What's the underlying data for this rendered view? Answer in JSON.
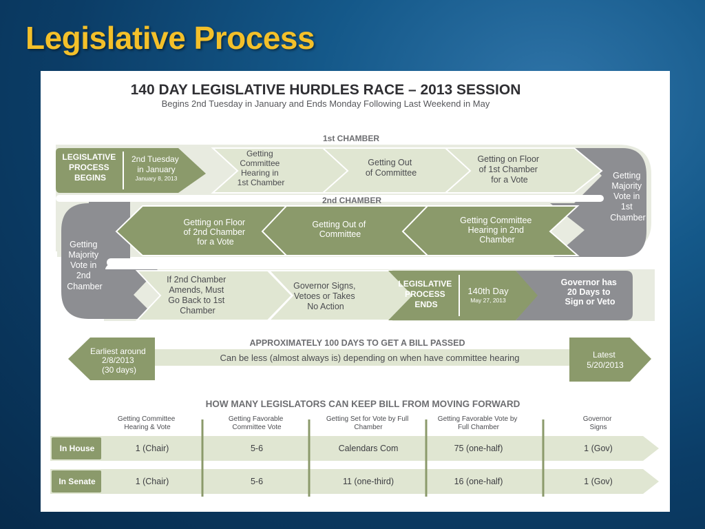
{
  "slide": {
    "title": "Legislative Process"
  },
  "diagram": {
    "heading": "140 DAY LEGISLATIVE HURDLES RACE – 2013 SESSION",
    "subheading": "Begins 2nd Tuesday in January and Ends Monday Following Last Weekend in May",
    "colors": {
      "green": "#8b9a6b",
      "light_green": "#e0e6d2",
      "gray": "#8d8e92",
      "heading": "#2f2f33",
      "section_label": "#6d6e71",
      "slide_title": "#f3c02a"
    },
    "first_chamber": {
      "label": "1st CHAMBER",
      "start_label": [
        "LEGISLATIVE",
        "PROCESS",
        "BEGINS"
      ],
      "start_date": [
        "2nd Tuesday",
        "in January"
      ],
      "start_date_small": "January 8, 2013",
      "steps": [
        [
          "Getting",
          "Committee",
          "Hearing in",
          "1st Chamber"
        ],
        [
          "Getting Out",
          "of Committee"
        ],
        [
          "Getting on Floor",
          "of 1st Chamber",
          "for a Vote"
        ]
      ],
      "turn_label": [
        "Getting",
        "Majority",
        "Vote in",
        "1st",
        "Chamber"
      ]
    },
    "second_chamber": {
      "label": "2nd CHAMBER",
      "steps": [
        [
          "Getting Committee",
          "Hearing in 2nd",
          "Chamber"
        ],
        [
          "Getting Out of",
          "Committee"
        ],
        [
          "Getting on Floor",
          "of 2nd Chamber",
          "for a Vote"
        ]
      ],
      "turn_label": [
        "Getting",
        "Majority",
        "Vote in",
        "2nd",
        "Chamber"
      ]
    },
    "final_row": {
      "amend": [
        "If 2nd Chamber",
        "Amends, Must",
        "Go Back to 1st",
        "Chamber"
      ],
      "governor_action": [
        "Governor Signs,",
        "Vetoes or Takes",
        "No Action"
      ],
      "end_label": [
        "LEGISLATIVE",
        "PROCESS",
        "ENDS"
      ],
      "end_date": "140th Day",
      "end_date_small": "May 27, 2013",
      "governor_days": [
        "Governor has",
        "20 Days to",
        "Sign or Veto"
      ]
    },
    "timeline": {
      "heading": "APPROXIMATELY 100 DAYS TO GET A BILL PASSED",
      "note": "Can be less (almost always is) depending on when have committee hearing",
      "earliest": [
        "Earliest around",
        "2/8/2013",
        "(30 days)"
      ],
      "latest": [
        "Latest",
        "5/20/2013"
      ]
    },
    "blockers": {
      "heading": "HOW MANY LEGISLATORS CAN KEEP BILL FROM MOVING FORWARD",
      "columns": [
        [
          "Getting Committee",
          "Hearing & Vote"
        ],
        [
          "Getting Favorable",
          "Committee Vote"
        ],
        [
          "Getting Set for Vote by Full",
          "Chamber"
        ],
        [
          "Getting Favorable Vote by",
          "Full Chamber"
        ],
        [
          "Governor",
          "Signs"
        ]
      ],
      "rows": [
        {
          "label": "In House",
          "values": [
            "1 (Chair)",
            "5-6",
            "Calendars Com",
            "75 (one-half)",
            "1 (Gov)"
          ]
        },
        {
          "label": "In Senate",
          "values": [
            "1 (Chair)",
            "5-6",
            "11 (one-third)",
            "16 (one-half)",
            "1 (Gov)"
          ]
        }
      ]
    }
  }
}
